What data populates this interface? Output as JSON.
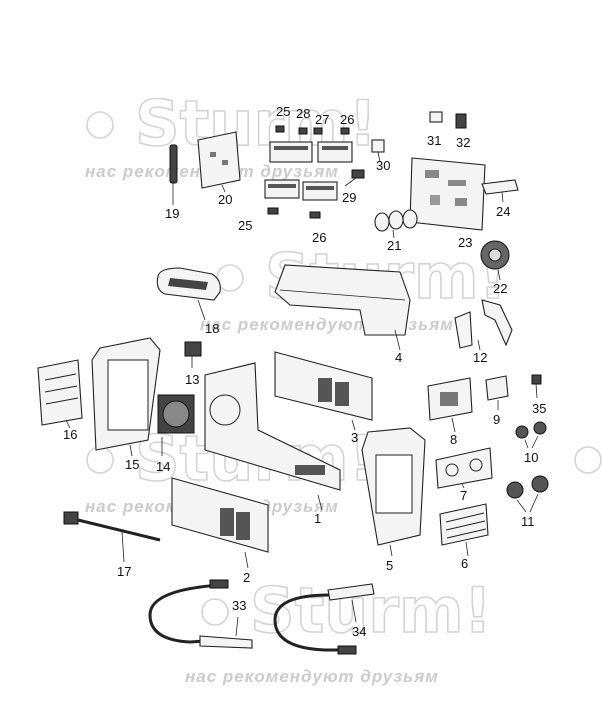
{
  "watermark": {
    "logo": "Sturm!",
    "tagline": "нас рекомендуют друзьям"
  },
  "callouts": {
    "c1": "1",
    "c2": "2",
    "c3": "3",
    "c4": "4",
    "c5": "5",
    "c6": "6",
    "c7": "7",
    "c8": "8",
    "c9": "9",
    "c10": "10",
    "c11": "11",
    "c12": "12",
    "c13": "13",
    "c14": "14",
    "c15": "15",
    "c16": "16",
    "c17": "17",
    "c18": "18",
    "c19": "19",
    "c20": "20",
    "c21": "21",
    "c22": "22",
    "c23": "23",
    "c24": "24",
    "c25": "25",
    "c26": "26",
    "c27": "27",
    "c28": "28",
    "c29": "29",
    "c30": "30",
    "c31": "31",
    "c32": "32",
    "c33": "33",
    "c34": "34",
    "c35": "35"
  }
}
